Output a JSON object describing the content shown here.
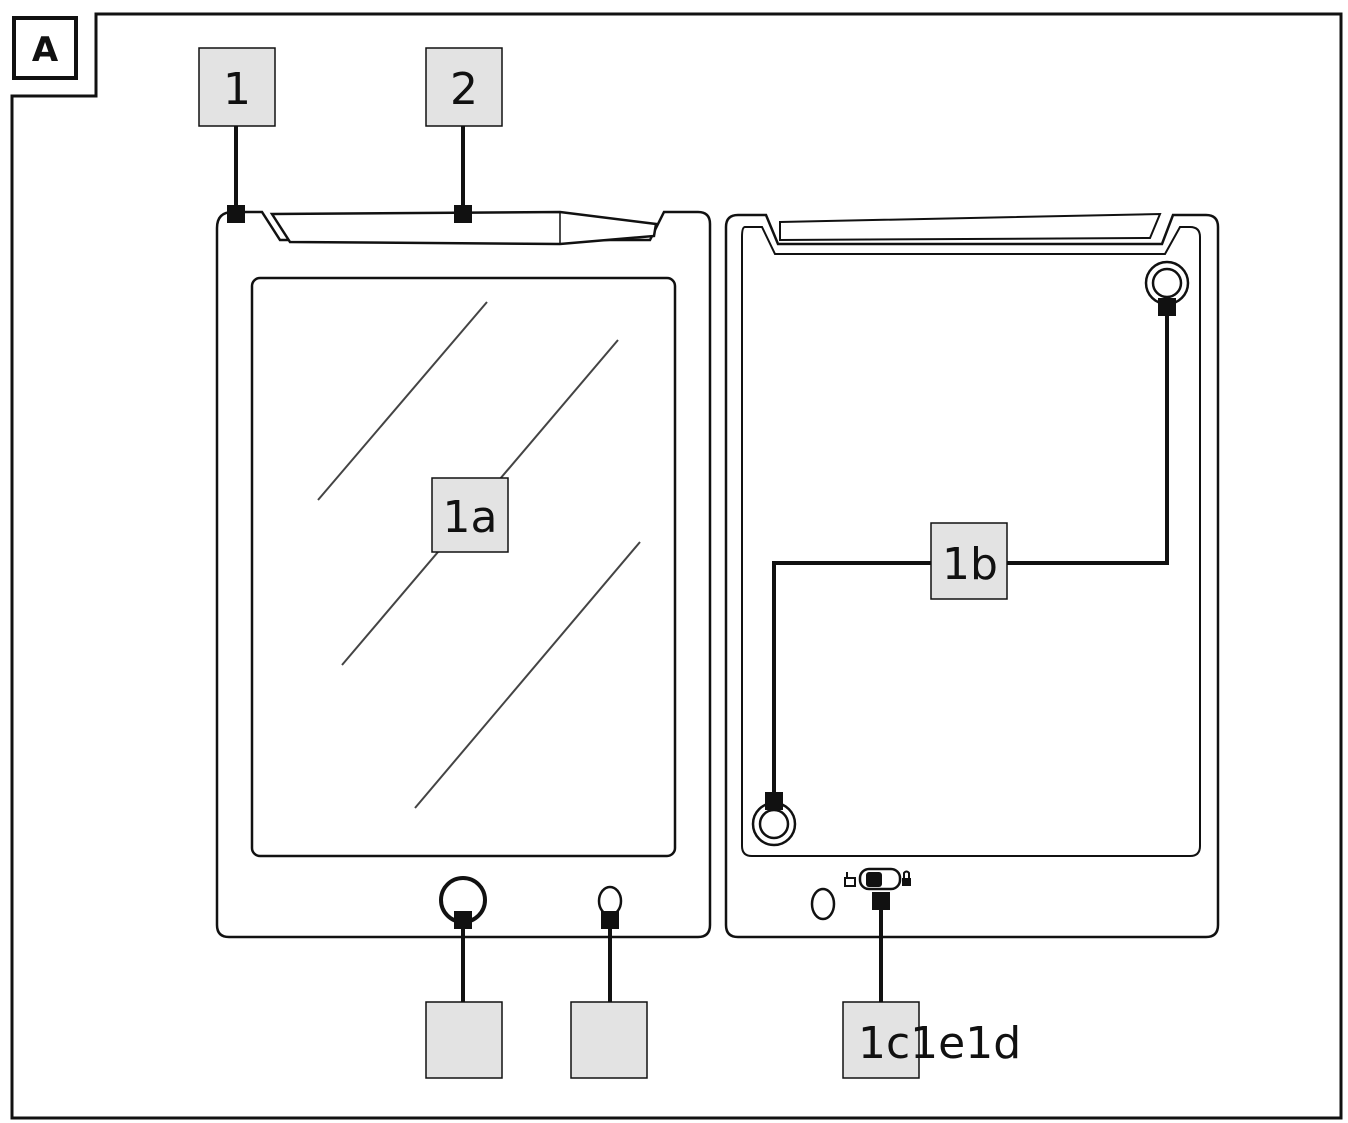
{
  "figure": {
    "label": "A"
  },
  "callouts": {
    "frame": "1",
    "pen": "2",
    "screen": "1a",
    "magnets": "1b",
    "erase_button": "",
    "indicator": "",
    "lock_switch": "1c1e1d"
  },
  "colors": {
    "line": "#111111",
    "label_fill": "#e3e3e3",
    "background": "#ffffff"
  }
}
